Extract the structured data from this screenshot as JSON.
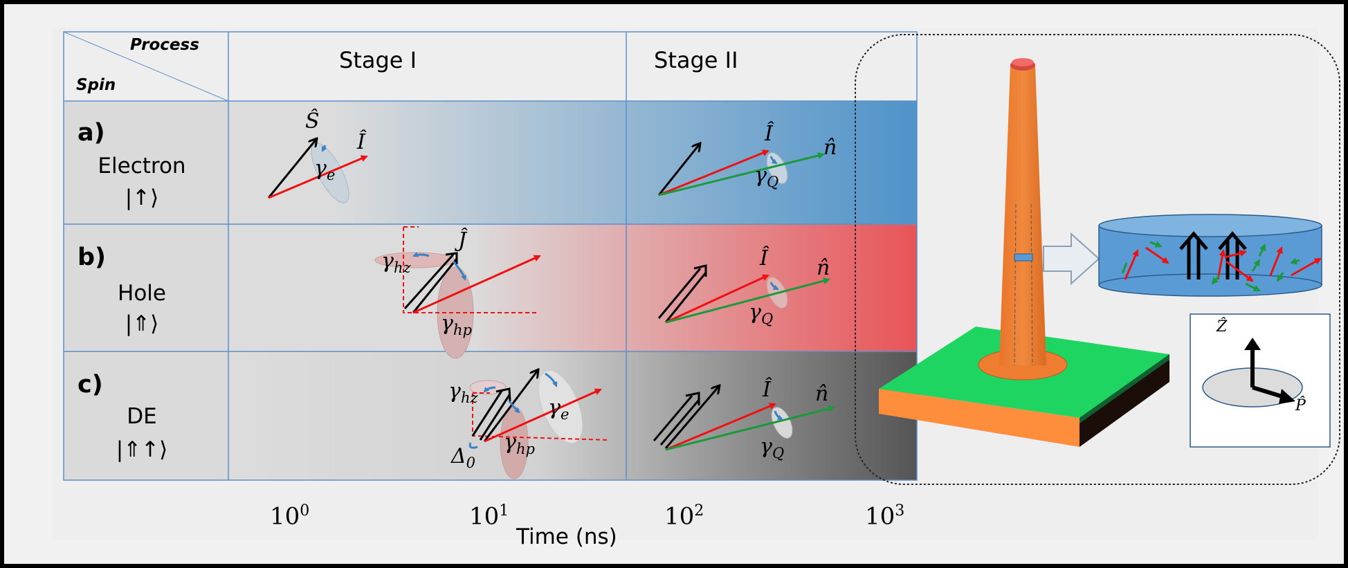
{
  "table": {
    "header_process": "Process",
    "header_spin": "Spin",
    "stage1": "Stage I",
    "stage2": "Stage II",
    "rows": [
      {
        "label": "a)",
        "name": "Electron",
        "ket": "|↑⟩"
      },
      {
        "label": "b)",
        "name": "Hole",
        "ket": "|⇑⟩"
      },
      {
        "label": "c)",
        "name": "DE",
        "ket": "|⇑↑⟩"
      }
    ]
  },
  "symbols": {
    "S": "Ŝ",
    "I": "Î",
    "J": "Ĵ",
    "n": "n̂",
    "Z": "Ẑ",
    "P": "P̂",
    "gamma_e": "γe",
    "gamma_Q": "γQ",
    "gamma_hz": "γhz",
    "gamma_hp": "γhp",
    "delta0": "Δ0"
  },
  "axis": {
    "ticks": [
      "10^0",
      "10^1",
      "10^2",
      "10^3"
    ],
    "xlabel": "Time (ns)"
  },
  "colors": {
    "electron": "#4f93c9",
    "hole": "#e85458",
    "de": "#555555",
    "arrow_red": "#ee1111",
    "arrow_green": "#1a9a3a",
    "nanowire": "#ee7d31",
    "substrate_top": "#1fd562",
    "substrate_side": "#ff8e3c",
    "disk": "#5b9bd5"
  }
}
